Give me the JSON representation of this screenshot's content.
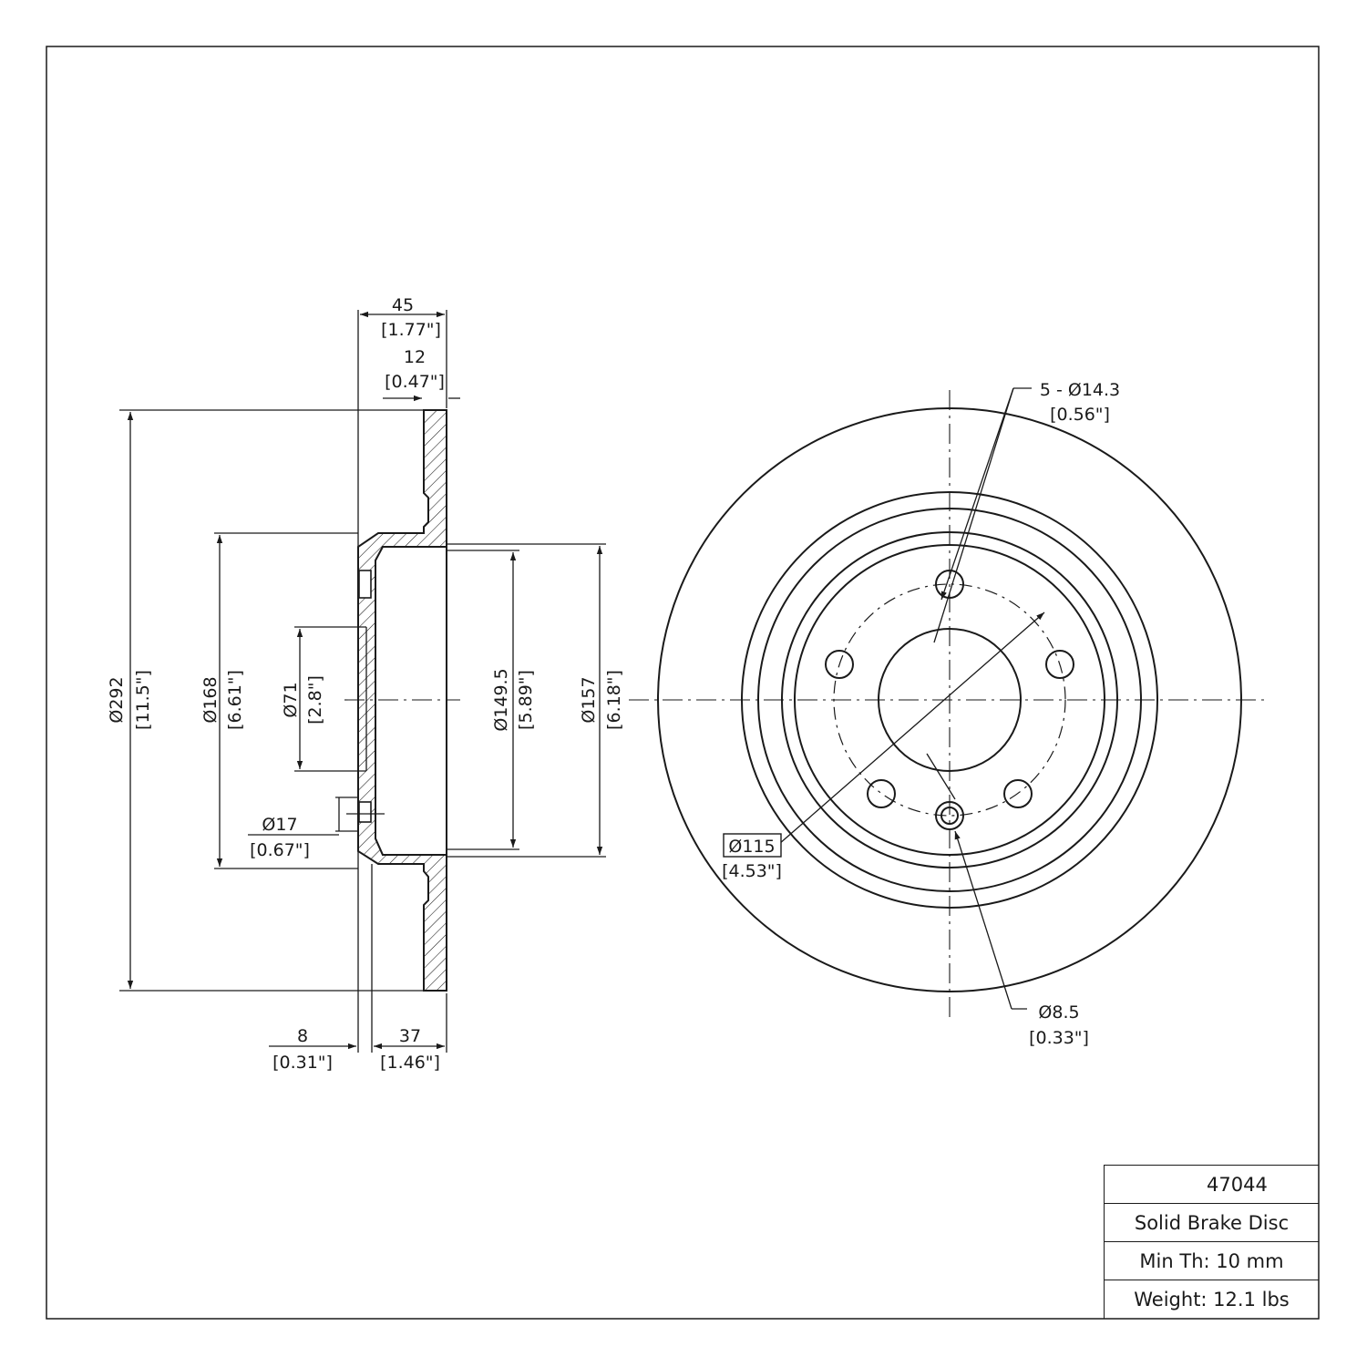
{
  "title_block": {
    "part_number": "47044",
    "description": "Solid Brake Disc",
    "min_thickness": "Min Th: 10 mm",
    "weight": "Weight: 12.1 lbs"
  },
  "dimensions": {
    "overall_height_mm": "45",
    "overall_height_in": "[1.77\"]",
    "disc_thickness_mm": "12",
    "disc_thickness_in": "[0.47\"]",
    "outer_diameter_mm": "Ø292",
    "outer_diameter_in": "[11.5\"]",
    "hat_diameter_mm": "Ø168",
    "hat_diameter_in": "[6.61\"]",
    "center_bore_mm": "Ø71",
    "center_bore_in": "[2.8\"]",
    "inner_hat_mm": "Ø149.5",
    "inner_hat_in": "[5.89\"]",
    "hat_inner_mm": "Ø157",
    "hat_inner_in": "[6.18\"]",
    "stud_hole_mm": "Ø17",
    "stud_hole_in": "[0.67\"]",
    "mount_thickness_mm": "8",
    "mount_thickness_in": "[0.31\"]",
    "hat_depth_mm": "37",
    "hat_depth_in": "[1.46\"]",
    "bolt_holes_mm": "5 - Ø14.3",
    "bolt_holes_in": "[0.56\"]",
    "bolt_circle_mm": "Ø115",
    "bolt_circle_in": "[4.53\"]",
    "locating_hole_mm": "Ø8.5",
    "locating_hole_in": "[0.33\"]"
  }
}
